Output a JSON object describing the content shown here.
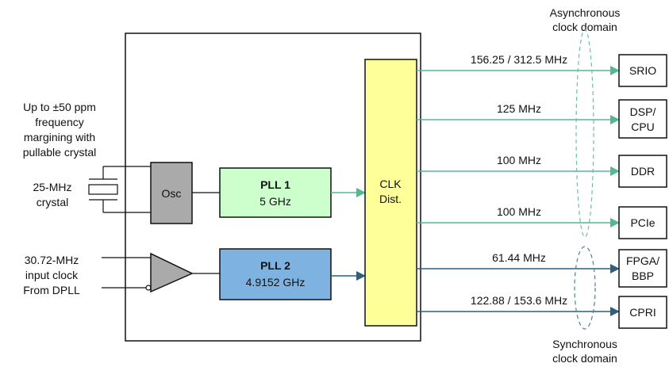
{
  "colors": {
    "async_line": "#55b890",
    "sync_line": "#2f5f7a",
    "async_text": "#6fbf9f",
    "sync_text": "#4f7f99",
    "pll1_fill": "#ccffcc",
    "pll2_fill": "#7eb2e0",
    "dist_fill": "#ffff99",
    "osc_fill": "#aaaaaa"
  },
  "domains": {
    "async": [
      "Asynchronous",
      "clock domain"
    ],
    "sync": [
      "Synchronous",
      "clock domain"
    ]
  },
  "inputs": {
    "margining": [
      "Up to ±50 ppm",
      "frequency",
      "margining with",
      "pullable crystal"
    ],
    "crystal": [
      "25-MHz",
      "crystal"
    ],
    "ext_clock": [
      "30.72-MHz",
      "input clock",
      "From DPLL"
    ]
  },
  "blocks": {
    "osc": "Osc",
    "pll1": {
      "name": "PLL 1",
      "freq": "5 GHz"
    },
    "pll2": {
      "name": "PLL 2",
      "freq": "4.9152 GHz"
    },
    "dist": [
      "CLK",
      "Dist."
    ]
  },
  "outputs": [
    {
      "freq": "156.25 / 312.5 MHz",
      "dest": [
        "SRIO"
      ],
      "domain": "async"
    },
    {
      "freq": "125 MHz",
      "dest": [
        "DSP/",
        "CPU"
      ],
      "domain": "async"
    },
    {
      "freq": "100 MHz",
      "dest": [
        "DDR"
      ],
      "domain": "async"
    },
    {
      "freq": "100 MHz",
      "dest": [
        "PCIe"
      ],
      "domain": "async"
    },
    {
      "freq": "61.44 MHz",
      "dest": [
        "FPGA/",
        "BBP"
      ],
      "domain": "sync"
    },
    {
      "freq": "122.88 / 153.6 MHz",
      "dest": [
        "CPRI"
      ],
      "domain": "sync"
    }
  ]
}
